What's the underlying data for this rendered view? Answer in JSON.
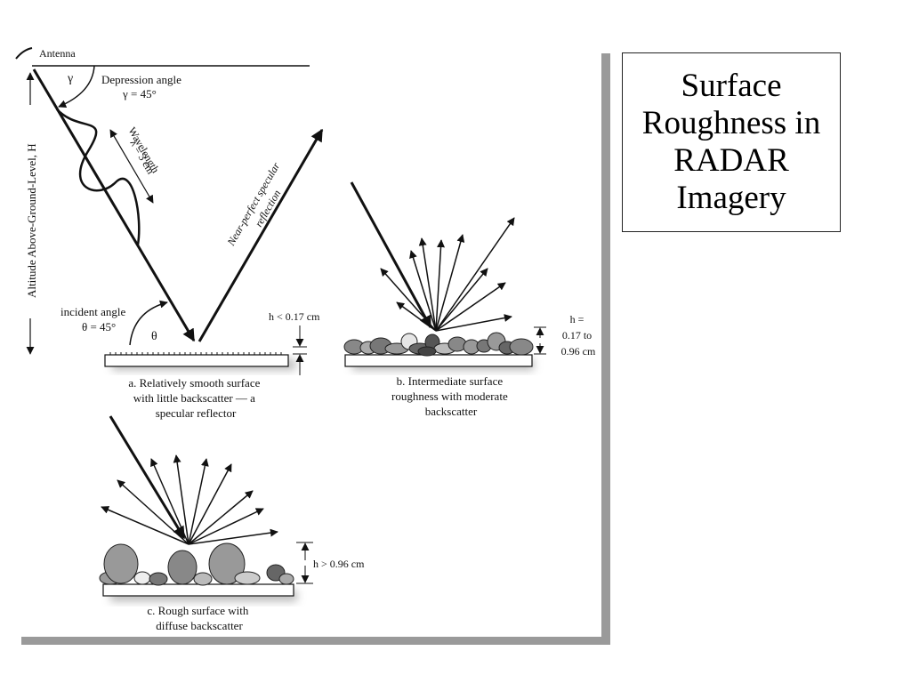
{
  "slide_title": "Surface\nRoughness in\nRADAR\nImagery",
  "labels": {
    "antenna": "Antenna",
    "gamma": "γ",
    "depression_title": "Depression angle",
    "depression_value": "γ = 45°",
    "wavelength_title": "Wavelength",
    "wavelength_value": "λ = 3 cm",
    "altitude": "Altitude Above-Ground-Level, H",
    "specular_line1": "Near-perfect specular",
    "specular_line2": "reflection",
    "incident_title": "incident angle",
    "incident_value": "θ = 45°",
    "theta": "θ"
  },
  "panels": {
    "a": {
      "height_label": "h < 0.17 cm",
      "caption": [
        "a. Relatively smooth surface",
        "with little backscatter — a",
        "specular reflector"
      ]
    },
    "b": {
      "height_label": [
        "h =",
        "0.17 to",
        "0.96 cm"
      ],
      "caption": [
        "b. Intermediate surface",
        "roughness with moderate",
        "backscatter"
      ]
    },
    "c": {
      "height_label": "h > 0.96 cm",
      "caption": [
        "c. Rough surface with",
        "diffuse backscatter"
      ]
    }
  }
}
